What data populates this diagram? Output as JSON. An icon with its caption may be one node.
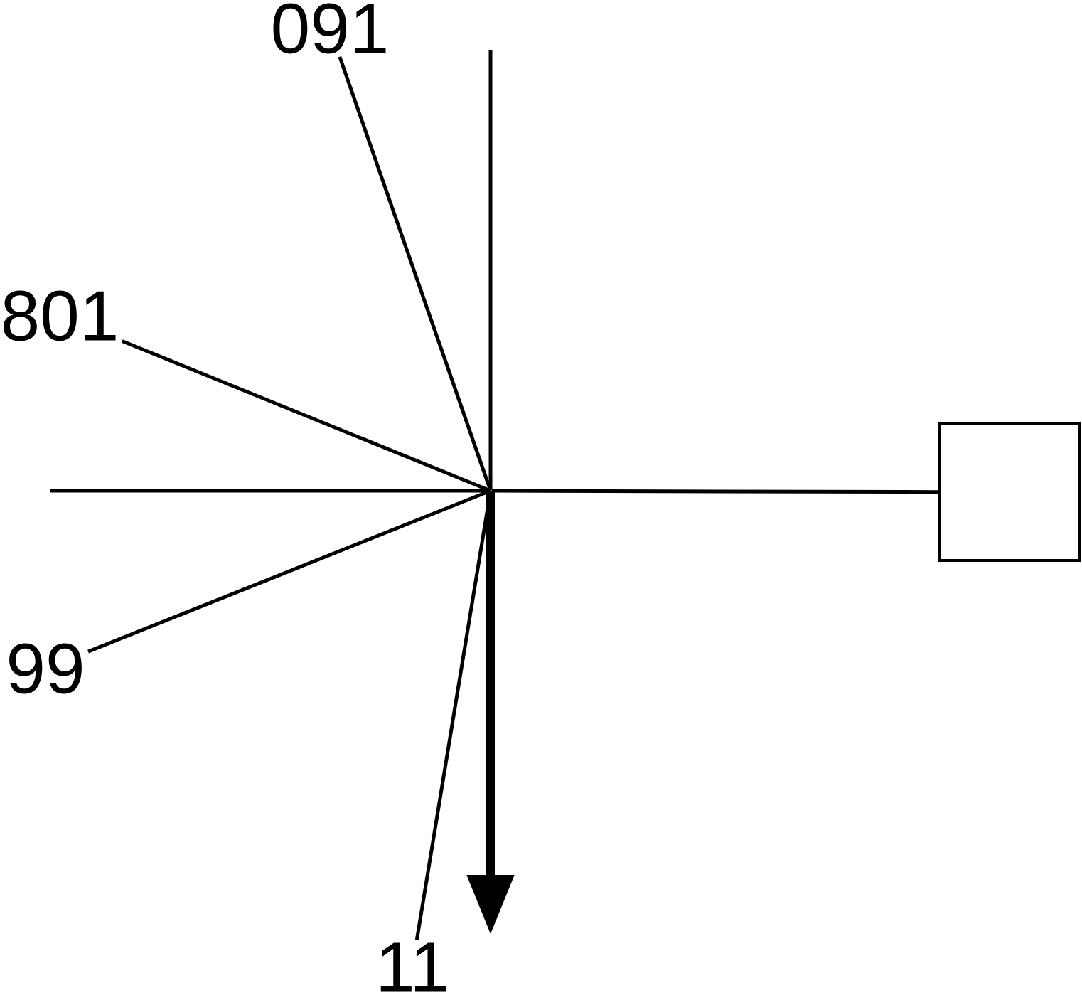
{
  "diagram": {
    "nodes": [
      {
        "text": [
          "091"
        ]
      },
      {
        "text": [
          "801"
        ]
      },
      {
        "text": [
          "99"
        ]
      },
      {
        "text": [
          "11"
        ]
      },
      {
        "text": [],
        "shape": "box"
      },
      {
        "text": [],
        "shape": "point"
      }
    ],
    "edges": [
      {
        "from": 0,
        "to": 5,
        "arrow": "none"
      },
      {
        "from": 1,
        "to": 5,
        "arrow": "none"
      },
      {
        "from": 2,
        "to": 5,
        "arrow": "none"
      },
      {
        "from": 3,
        "to": 5,
        "arrow": "none"
      },
      {
        "from": 5,
        "to": 4,
        "arrow": "none"
      },
      {
        "from": null,
        "to": 5,
        "arrow": "none"
      },
      {
        "from": null,
        "to": 5,
        "arrow": "none"
      },
      {
        "from": 5,
        "to": null,
        "arrow": "to",
        "style": "thick"
      }
    ]
  }
}
